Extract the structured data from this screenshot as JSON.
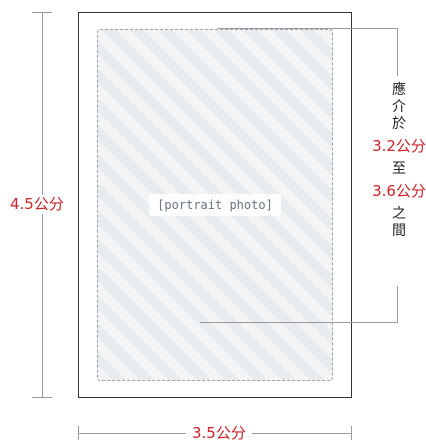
{
  "photo": {
    "placeholder_label": "[portrait photo]"
  },
  "dimensions": {
    "height_label": "4.5公分",
    "width_label": "3.5公分"
  },
  "head_note": {
    "intro_chars": [
      "應",
      "介",
      "於"
    ],
    "min_label": "3.2公分",
    "joiner_char": "至",
    "max_label": "3.6公分",
    "outro_chars": [
      "之",
      "間"
    ]
  },
  "colors": {
    "accent_red": "#cc2229",
    "line_grey": "#9a9a9a",
    "frame": "#333333"
  }
}
